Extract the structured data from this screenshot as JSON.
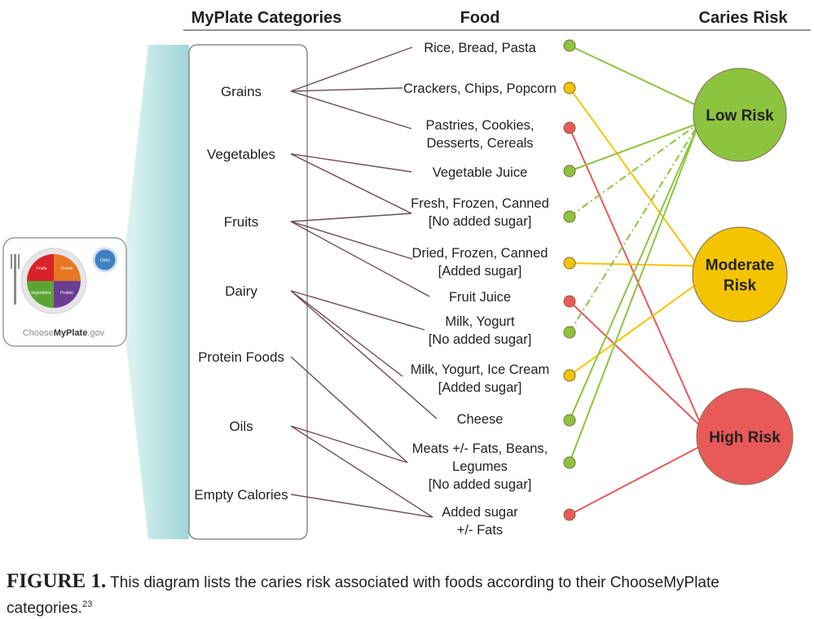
{
  "headers": {
    "categories": "MyPlate Categories",
    "food": "Food",
    "risk": "Caries Risk"
  },
  "plate": {
    "logo_text_prefix": "Choose",
    "logo_text_brand": "MyPlate",
    "logo_text_suffix": ".gov",
    "sections": [
      "Fruits",
      "Grains",
      "Vegetables",
      "Protein",
      "Dairy"
    ]
  },
  "categories": [
    "Grains",
    "Vegetables",
    "Fruits",
    "Dairy",
    "Protein Foods",
    "Oils",
    "Empty Calories"
  ],
  "foods": [
    {
      "lines": [
        "Rice, Bread, Pasta"
      ],
      "risk": "low"
    },
    {
      "lines": [
        "Crackers, Chips, Popcorn"
      ],
      "risk": "moderate"
    },
    {
      "lines": [
        "Pastries, Cookies,",
        "Desserts, Cereals"
      ],
      "risk": "high"
    },
    {
      "lines": [
        "Vegetable Juice"
      ],
      "risk": "low"
    },
    {
      "lines": [
        "Fresh, Frozen, Canned",
        "[No added sugar]"
      ],
      "risk": "low"
    },
    {
      "lines": [
        "Dried, Frozen, Canned",
        "[Added sugar]"
      ],
      "risk": "moderate"
    },
    {
      "lines": [
        "Fruit Juice"
      ],
      "risk": "high"
    },
    {
      "lines": [
        "Milk, Yogurt",
        "[No added sugar]"
      ],
      "risk": "low"
    },
    {
      "lines": [
        "Milk, Yogurt, Ice Cream",
        "[Added sugar]"
      ],
      "risk": "moderate"
    },
    {
      "lines": [
        "Cheese"
      ],
      "risk": "low"
    },
    {
      "lines": [
        "Meats +/- Fats, Beans,",
        "Legumes",
        "[No added sugar]"
      ],
      "risk": "low"
    },
    {
      "lines": [
        "Added sugar",
        "+/- Fats"
      ],
      "risk": "high"
    }
  ],
  "category_links": [
    [
      "Grains",
      0
    ],
    [
      "Grains",
      1
    ],
    [
      "Grains",
      2
    ],
    [
      "Vegetables",
      3
    ],
    [
      "Vegetables",
      4
    ],
    [
      "Fruits",
      4
    ],
    [
      "Fruits",
      5
    ],
    [
      "Fruits",
      6
    ],
    [
      "Dairy",
      7
    ],
    [
      "Dairy",
      8
    ],
    [
      "Dairy",
      9
    ],
    [
      "Protein Foods",
      10
    ],
    [
      "Oils",
      10
    ],
    [
      "Oils",
      11
    ],
    [
      "Empty Calories",
      11
    ]
  ],
  "risks": [
    {
      "id": "low",
      "lines": [
        "Low Risk"
      ],
      "color": "#8cc43f"
    },
    {
      "id": "moderate",
      "lines": [
        "Moderate",
        "Risk"
      ],
      "color": "#f5c400"
    },
    {
      "id": "high",
      "lines": [
        "High Risk"
      ],
      "color": "#e8595a"
    }
  ],
  "colors": {
    "low": "#8cc43f",
    "moderate": "#f5c400",
    "high": "#e8595a",
    "panel": "#b8e3e3",
    "text": "#222222"
  },
  "caption": {
    "label": "FIGURE 1.",
    "text": " This diagram lists the caries risk associated with foods according to their ChooseMyPlate categories.",
    "ref": "23"
  }
}
